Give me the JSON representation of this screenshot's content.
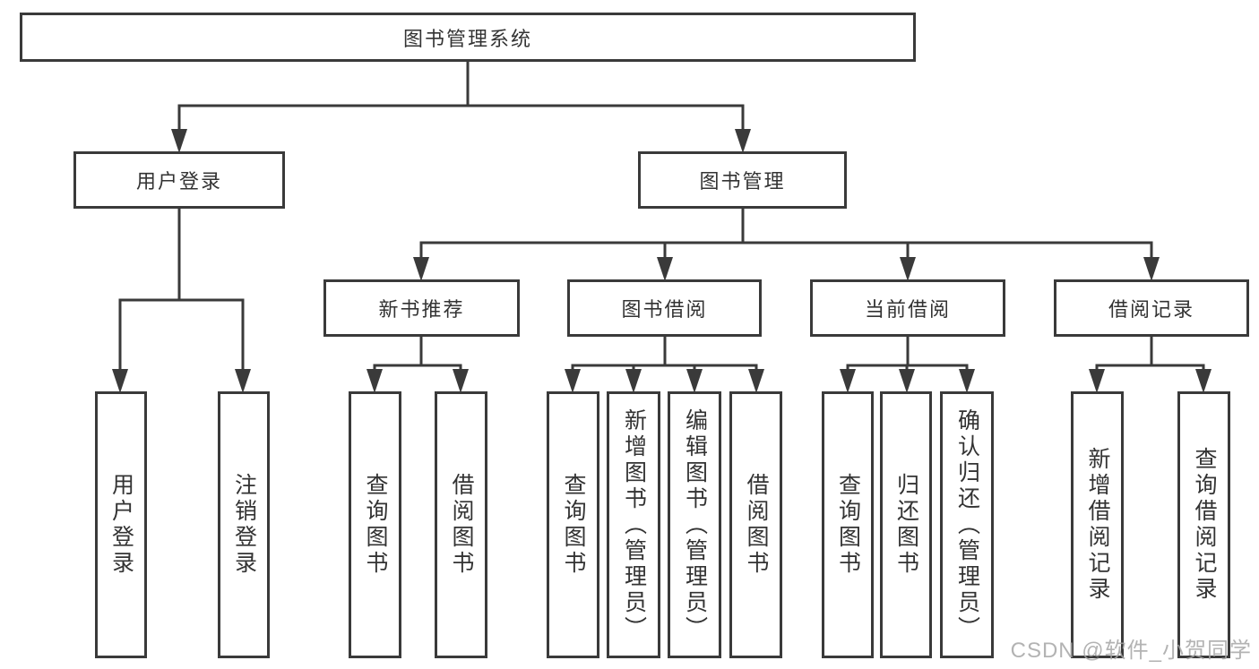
{
  "diagram": {
    "root": "图书管理系统",
    "level2": [
      "用户登录",
      "图书管理"
    ],
    "level3": [
      "新书推荐",
      "图书借阅",
      "当前借阅",
      "借阅记录"
    ],
    "leaves": {
      "user_login": [
        "用户登录",
        "注销登录"
      ],
      "new_book_recommend": [
        "查询图书",
        "借阅图书"
      ],
      "book_borrowing": [
        "查询图书",
        "新增图书（管理员）",
        "编辑图书（管理员）",
        "借阅图书"
      ],
      "current_borrowing": [
        "查询图书",
        "归还图书",
        "确认归还（管理员）"
      ],
      "borrowing_records": [
        "新增借阅记录",
        "查询借阅记录"
      ]
    }
  },
  "watermark": "CSDN @软件_小贺同学",
  "colors": {
    "line": "#3a3a3a",
    "text": "#333333",
    "watermark": "#a6a6a6",
    "background": "#ffffff"
  }
}
